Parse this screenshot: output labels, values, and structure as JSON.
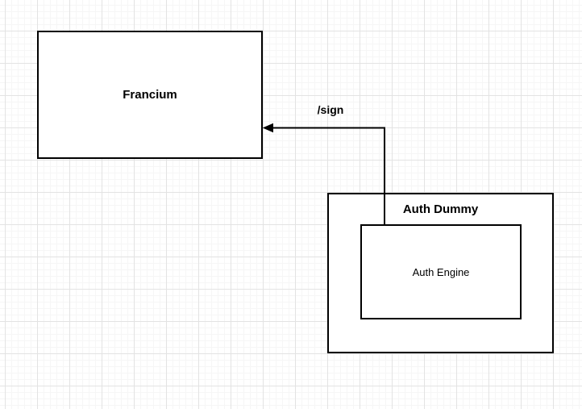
{
  "diagram": {
    "nodes": {
      "francium": {
        "label": "Francium"
      },
      "auth_dummy": {
        "label": "Auth Dummy"
      },
      "auth_engine": {
        "label": "Auth Engine"
      }
    },
    "edges": {
      "sign": {
        "label": "/sign",
        "from": "Auth Engine",
        "to": "Francium",
        "style": "orthogonal-arrow"
      }
    },
    "colors": {
      "background": "#ffffff",
      "shape_fill": "#ffffff",
      "stroke": "#000000",
      "grid_minor": "#f6f6f6",
      "grid_major": "#e3e3e3"
    }
  }
}
